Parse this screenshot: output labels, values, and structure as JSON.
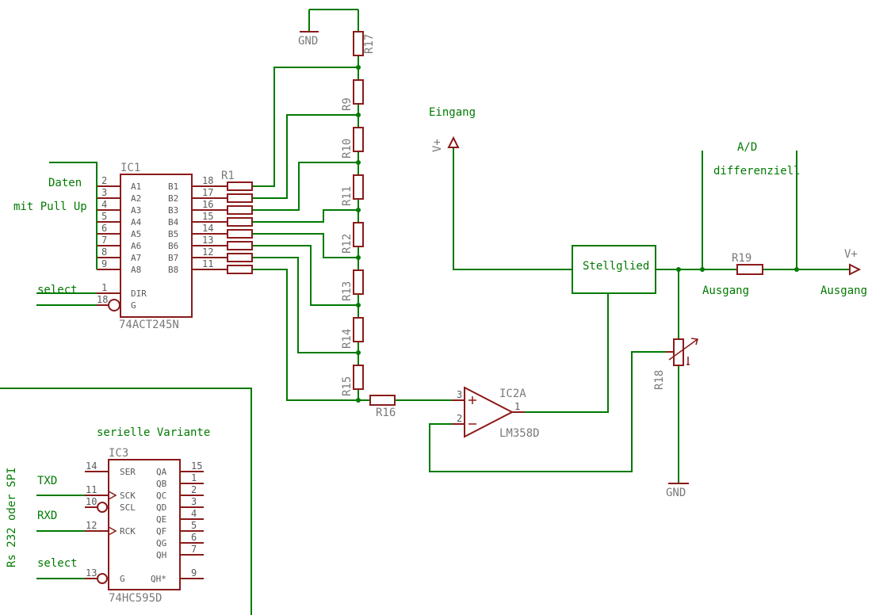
{
  "texts": {
    "gnd_top": "GND",
    "gnd_bottom": "GND",
    "daten": "Daten",
    "pullup": "mit Pull Up",
    "select1": "select",
    "select2": "select",
    "eingang": "Eingang",
    "vplus_in": "V+",
    "ad": "A/D",
    "differenziell": "differenziell",
    "stellglied": "Stellglied",
    "ausgang1": "Ausgang",
    "ausgang2": "Ausgang",
    "vplus_out": "V+",
    "seriell": "serielle Variante",
    "txd": "TXD",
    "rxd": "RXD",
    "rs232": "Rs 232 oder SPI"
  },
  "parts": {
    "ic1": "IC1",
    "ic1_type": "74ACT245N",
    "ic2": "IC2A",
    "ic2_type": "LM358D",
    "ic3": "IC3",
    "ic3_type": "74HC595D",
    "r1": "R1",
    "r16": "R16",
    "r18": "R18",
    "r19": "R19",
    "ladder": [
      "R17",
      "R9",
      "R10",
      "R11",
      "R12",
      "R13",
      "R14",
      "R15"
    ]
  },
  "ic1_pins": {
    "left_names": [
      "A1",
      "A2",
      "A3",
      "A4",
      "A5",
      "A6",
      "A7",
      "A8"
    ],
    "left_nums": [
      "2",
      "3",
      "4",
      "5",
      "6",
      "7",
      "8",
      "9"
    ],
    "right_names": [
      "B1",
      "B2",
      "B3",
      "B4",
      "B5",
      "B6",
      "B7",
      "B8"
    ],
    "right_nums": [
      "18",
      "17",
      "16",
      "15",
      "14",
      "13",
      "12",
      "11"
    ],
    "dir": "DIR",
    "dir_num": "1",
    "g": "G",
    "g_num": "18"
  },
  "ic2_pins": {
    "plus": "3",
    "minus": "2",
    "out": "1"
  },
  "ic3_pins": {
    "left": [
      {
        "name": "SER",
        "num": "14"
      },
      {
        "name": "SCK",
        "num": "11"
      },
      {
        "name": "SCL",
        "num": "10"
      },
      {
        "name": "RCK",
        "num": "12"
      },
      {
        "name": "G",
        "num": "13"
      }
    ],
    "right_names": [
      "QA",
      "QB",
      "QC",
      "QD",
      "QE",
      "QF",
      "QG",
      "QH",
      "QH*"
    ],
    "right_nums": [
      "15",
      "1",
      "2",
      "3",
      "4",
      "5",
      "6",
      "7",
      "9"
    ]
  }
}
